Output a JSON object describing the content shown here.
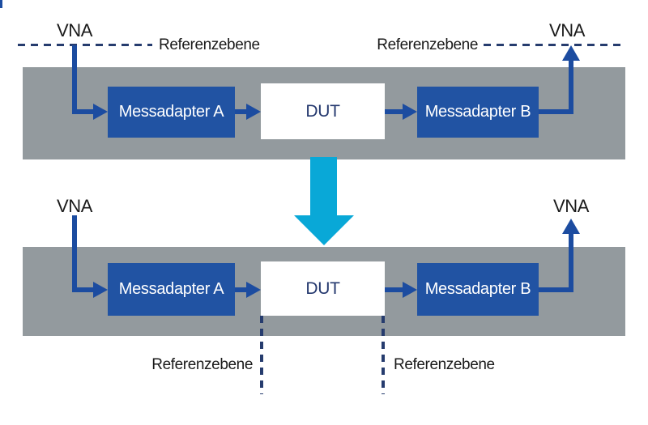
{
  "colors": {
    "background": "#ffffff",
    "band_gray": "#939a9e",
    "box_blue": "#2153a3",
    "line_blue": "#1c4ca0",
    "dash_navy": "#263c6e",
    "dut_text": "#24386e",
    "cyan": "#09a8d7",
    "label_text": "#1a1a1a"
  },
  "top_diagram": {
    "vna_left_label": "VNA",
    "referenzebene_left_label": "Referenzebene",
    "referenzebene_right_label": "Referenzebene",
    "vna_right_label": "VNA",
    "adapter_a_label": "Messadapter A",
    "dut_label": "DUT",
    "adapter_b_label": "Messadapter B"
  },
  "bottom_diagram": {
    "vna_left_label": "VNA",
    "vna_right_label": "VNA",
    "adapter_a_label": "Messadapter A",
    "dut_label": "DUT",
    "adapter_b_label": "Messadapter B",
    "referenzebene_left_label": "Referenzebene",
    "referenzebene_right_label": "Referenzebene"
  }
}
